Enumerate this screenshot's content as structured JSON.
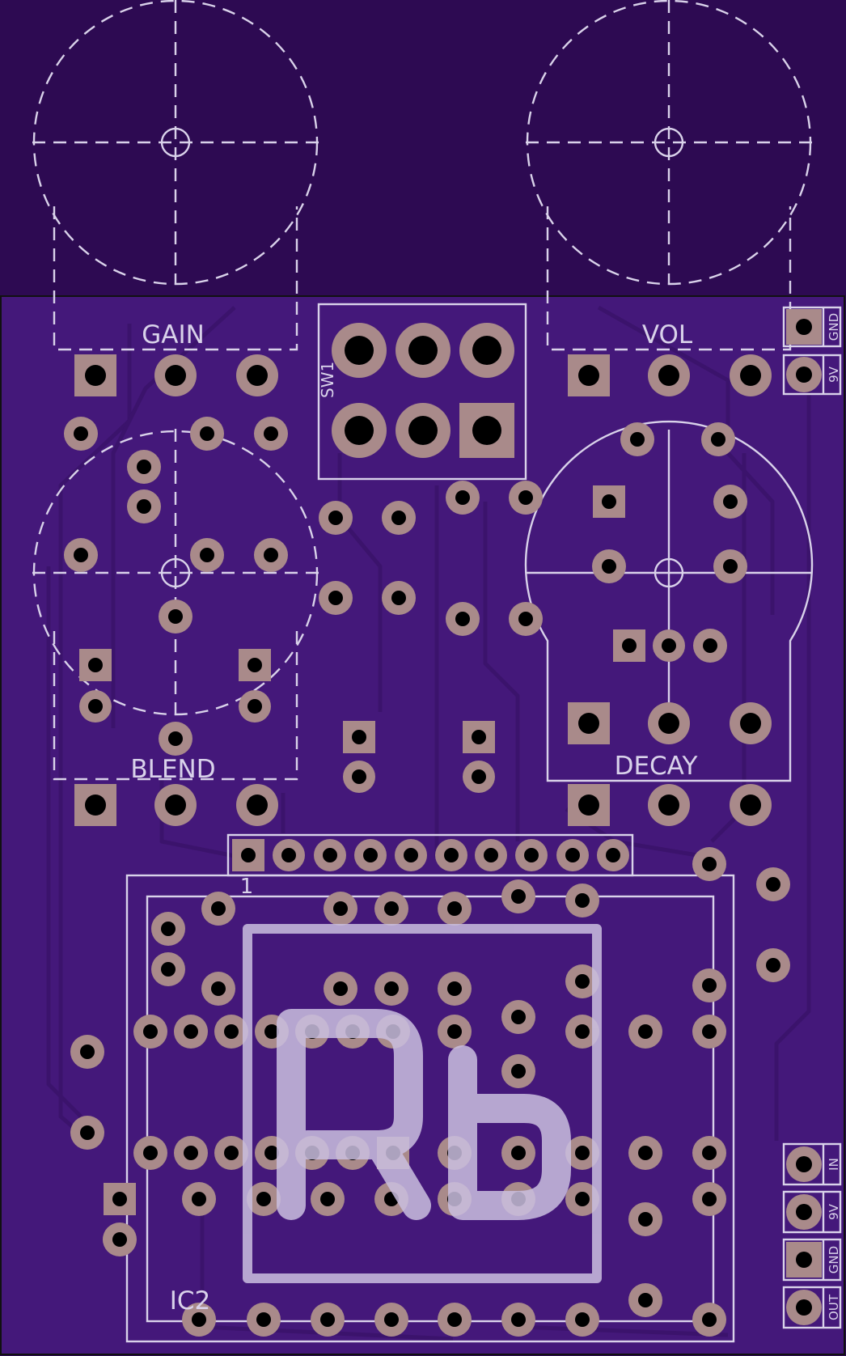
{
  "colors": {
    "background": "#2d0a52",
    "board": "#44187a",
    "trace": "#3b136c",
    "copper": "#a98a8a",
    "drill": "#000000",
    "silk": "#d9d2ea",
    "logo": "#cbbfe0"
  },
  "labels": {
    "gain": "GAIN",
    "vol": "VOL",
    "blend": "BLEND",
    "decay": "DECAY",
    "sw1": "SW1",
    "ic2": "IC2",
    "pin1": "1",
    "logo": "Rb"
  },
  "connectors": {
    "top": [
      "GND",
      "9V"
    ],
    "bottom": [
      "IN",
      "9V",
      "GND",
      "OUT"
    ]
  }
}
